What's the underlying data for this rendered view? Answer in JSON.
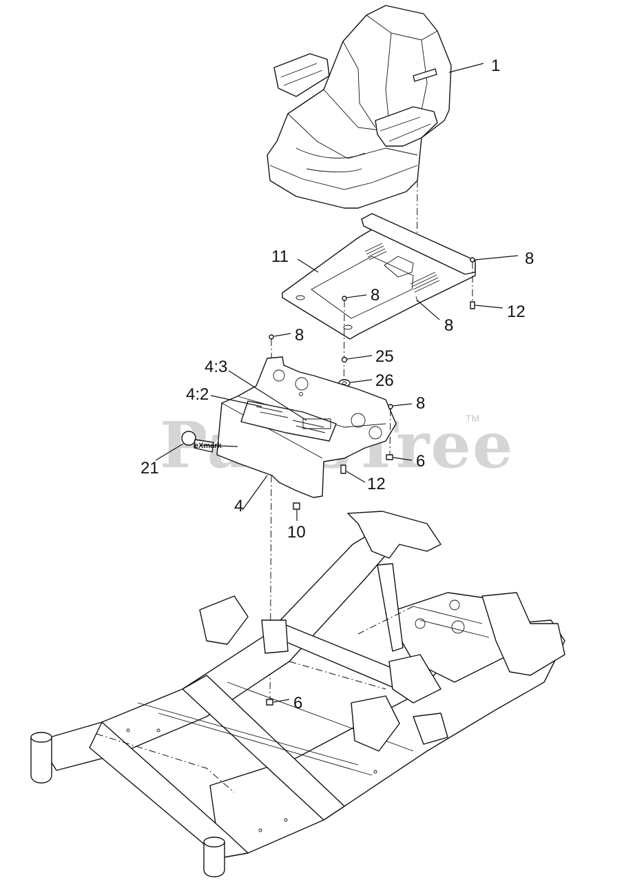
{
  "watermark": {
    "text": "PartsTree",
    "trademark": "TM"
  },
  "decal_logo_text": "eXmark",
  "callouts": {
    "seat": "1",
    "seat_plate": "11",
    "plate_pin_right": "8",
    "plate_pin_center": "8",
    "plate_pin_lower": "8",
    "plate_bolt": "12",
    "mount_pin_left": "8",
    "spacer": "25",
    "washer": "26",
    "mount_pin_right": "8",
    "decal_4_3": "4:3",
    "decal_4_2": "4:2",
    "nut_right": "6",
    "logo_decal": "21",
    "mount_bolt": "12",
    "seat_mount": "4",
    "nut_10": "10",
    "frame_nut": "6"
  }
}
